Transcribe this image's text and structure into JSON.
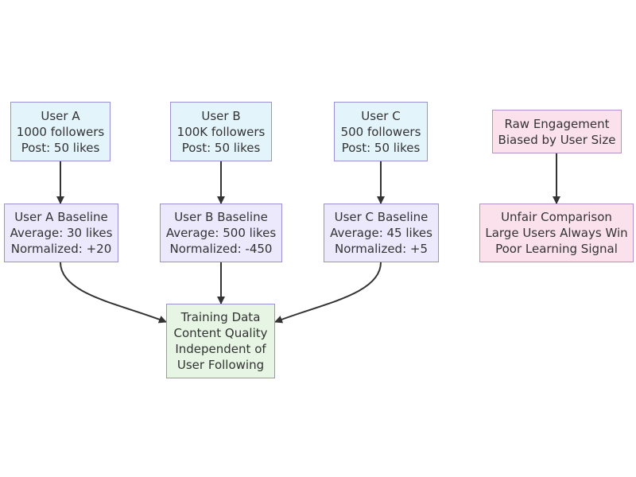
{
  "nodes": {
    "user_a": {
      "lines": [
        "User A",
        "1000 followers",
        "Post: 50 likes"
      ]
    },
    "user_b": {
      "lines": [
        "User B",
        "100K followers",
        "Post: 50 likes"
      ]
    },
    "user_c": {
      "lines": [
        "User C",
        "500 followers",
        "Post: 50 likes"
      ]
    },
    "raw_engagement": {
      "lines": [
        "Raw Engagement",
        "Biased by User Size"
      ]
    },
    "baseline_a": {
      "lines": [
        "User A Baseline",
        "Average: 30 likes",
        "Normalized: +20"
      ]
    },
    "baseline_b": {
      "lines": [
        "User B Baseline",
        "Average: 500 likes",
        "Normalized: -450"
      ]
    },
    "baseline_c": {
      "lines": [
        "User C Baseline",
        "Average: 45 likes",
        "Normalized: +5"
      ]
    },
    "unfair": {
      "lines": [
        "Unfair Comparison",
        "Large Users Always Win",
        "Poor Learning Signal"
      ]
    },
    "training": {
      "lines": [
        "Training Data",
        "Content Quality",
        "Independent of",
        "User Following"
      ]
    }
  },
  "edges": [
    {
      "from": "user_a",
      "to": "baseline_a"
    },
    {
      "from": "user_b",
      "to": "baseline_b"
    },
    {
      "from": "user_c",
      "to": "baseline_c"
    },
    {
      "from": "raw_engagement",
      "to": "unfair"
    },
    {
      "from": "baseline_a",
      "to": "training"
    },
    {
      "from": "baseline_b",
      "to": "training"
    },
    {
      "from": "baseline_c",
      "to": "training"
    }
  ],
  "colors": {
    "blue_fill": "#e3f4fb",
    "purple_fill": "#ece9fd",
    "green_fill": "#e6f5e4",
    "pink_fill": "#fbe1ec",
    "border": "#9b8fd6",
    "arrow": "#333333"
  }
}
